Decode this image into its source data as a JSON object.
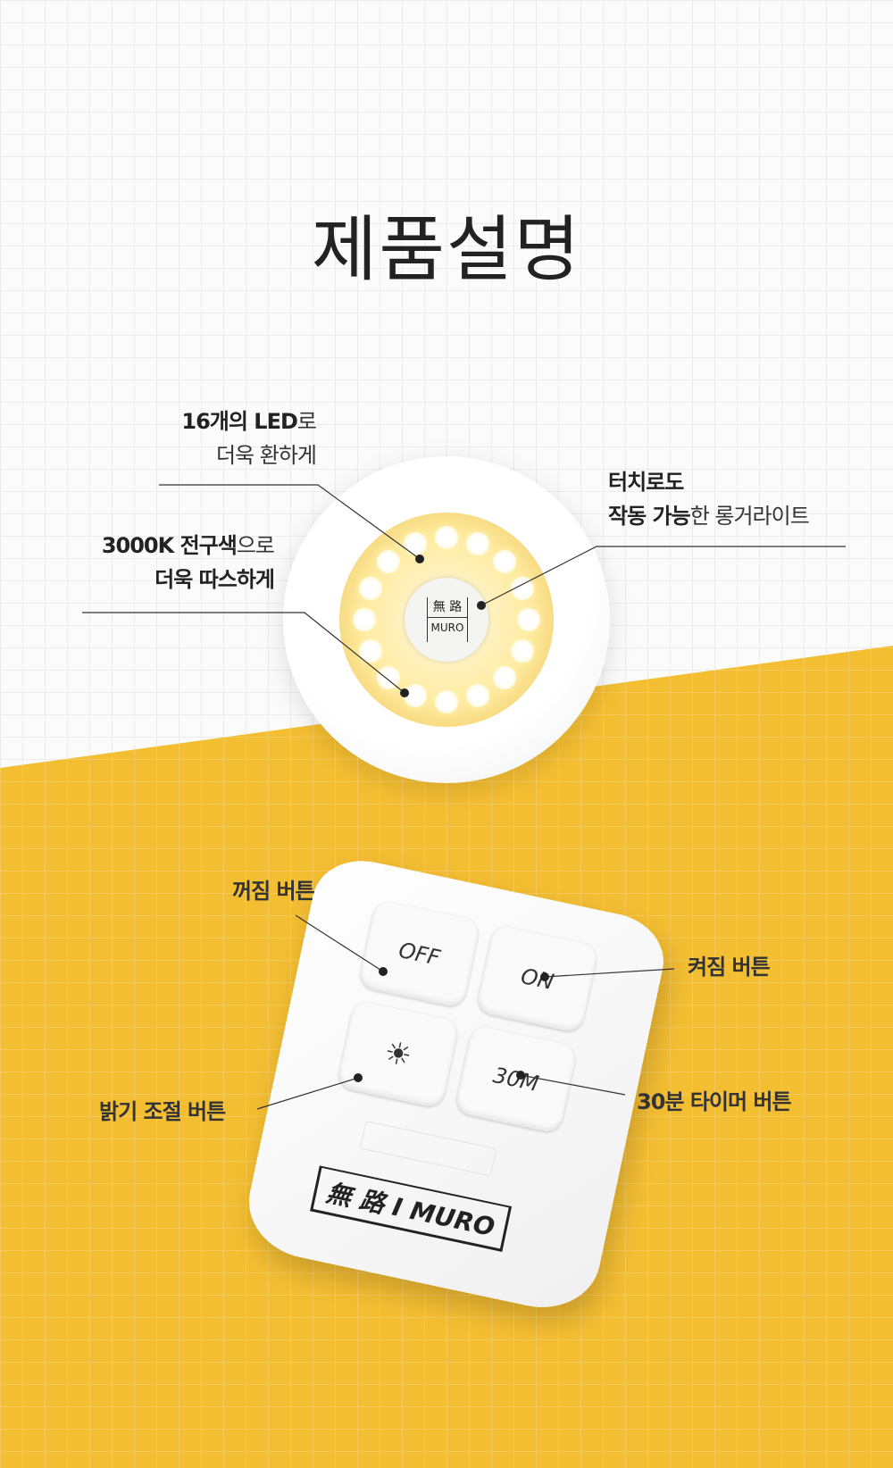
{
  "title": "제품설명",
  "light": {
    "label_led": {
      "bold": "16개의 LED",
      "rest": "로",
      "line2": "더욱 환하게"
    },
    "label_color": {
      "bold": "3000K 전구색",
      "rest": "으로",
      "line2": "더욱 따스하게"
    },
    "label_touch": {
      "line1": "터치로도",
      "bold": "작동 가능",
      "rest": "한 롱거라이트"
    },
    "logo": {
      "hanja": "無 路",
      "latin": "MURO"
    },
    "led_count": 16
  },
  "remote": {
    "buttons": {
      "off": "OFF",
      "on": "ON",
      "timer": "30M"
    },
    "brand": "無 路 I MURO",
    "labels": {
      "off": "꺼짐 버튼",
      "on": "켜짐 버튼",
      "brightness": "밝기 조절 버튼",
      "timer": "30분 타이머 버튼"
    }
  },
  "colors": {
    "yellow": "#f4be33",
    "text": "#222222"
  }
}
